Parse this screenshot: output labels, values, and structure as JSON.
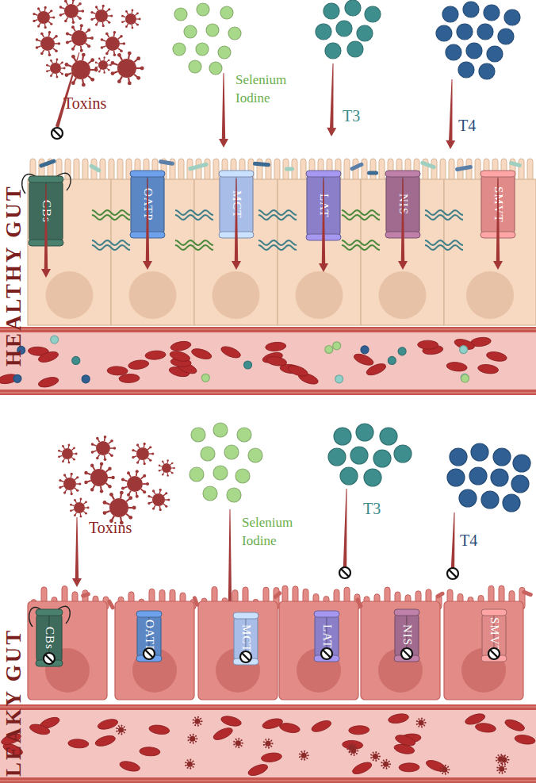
{
  "diagram": {
    "nodes": [
      {
        "text": [
          "HEALTHY GUT"
        ]
      },
      {
        "text": [
          "CBs"
        ],
        "in": 0
      },
      {
        "text": [
          "OATP"
        ],
        "in": 0
      },
      {
        "text": [
          "MCT"
        ],
        "in": 0
      },
      {
        "text": [
          "LAT"
        ],
        "in": 0
      },
      {
        "text": [
          "NIS"
        ],
        "in": 0
      },
      {
        "text": [
          "SMVT"
        ],
        "in": 0
      },
      {
        "text": [
          "LEAKY GUT"
        ]
      },
      {
        "text": [
          "CBs"
        ],
        "in": 7
      },
      {
        "text": [
          "OATP"
        ],
        "in": 7
      },
      {
        "text": [
          "MCT"
        ],
        "in": 7
      },
      {
        "text": [
          "LAT"
        ],
        "in": 7
      },
      {
        "text": [
          "NIS"
        ],
        "in": 7
      },
      {
        "text": [
          "SMVT"
        ],
        "in": 7
      }
    ],
    "labels": [
      "Toxins",
      "Selenium Iodine",
      "T3",
      "T4",
      "Toxins",
      "Selenium Iodine",
      "T3",
      "T4"
    ]
  }
}
